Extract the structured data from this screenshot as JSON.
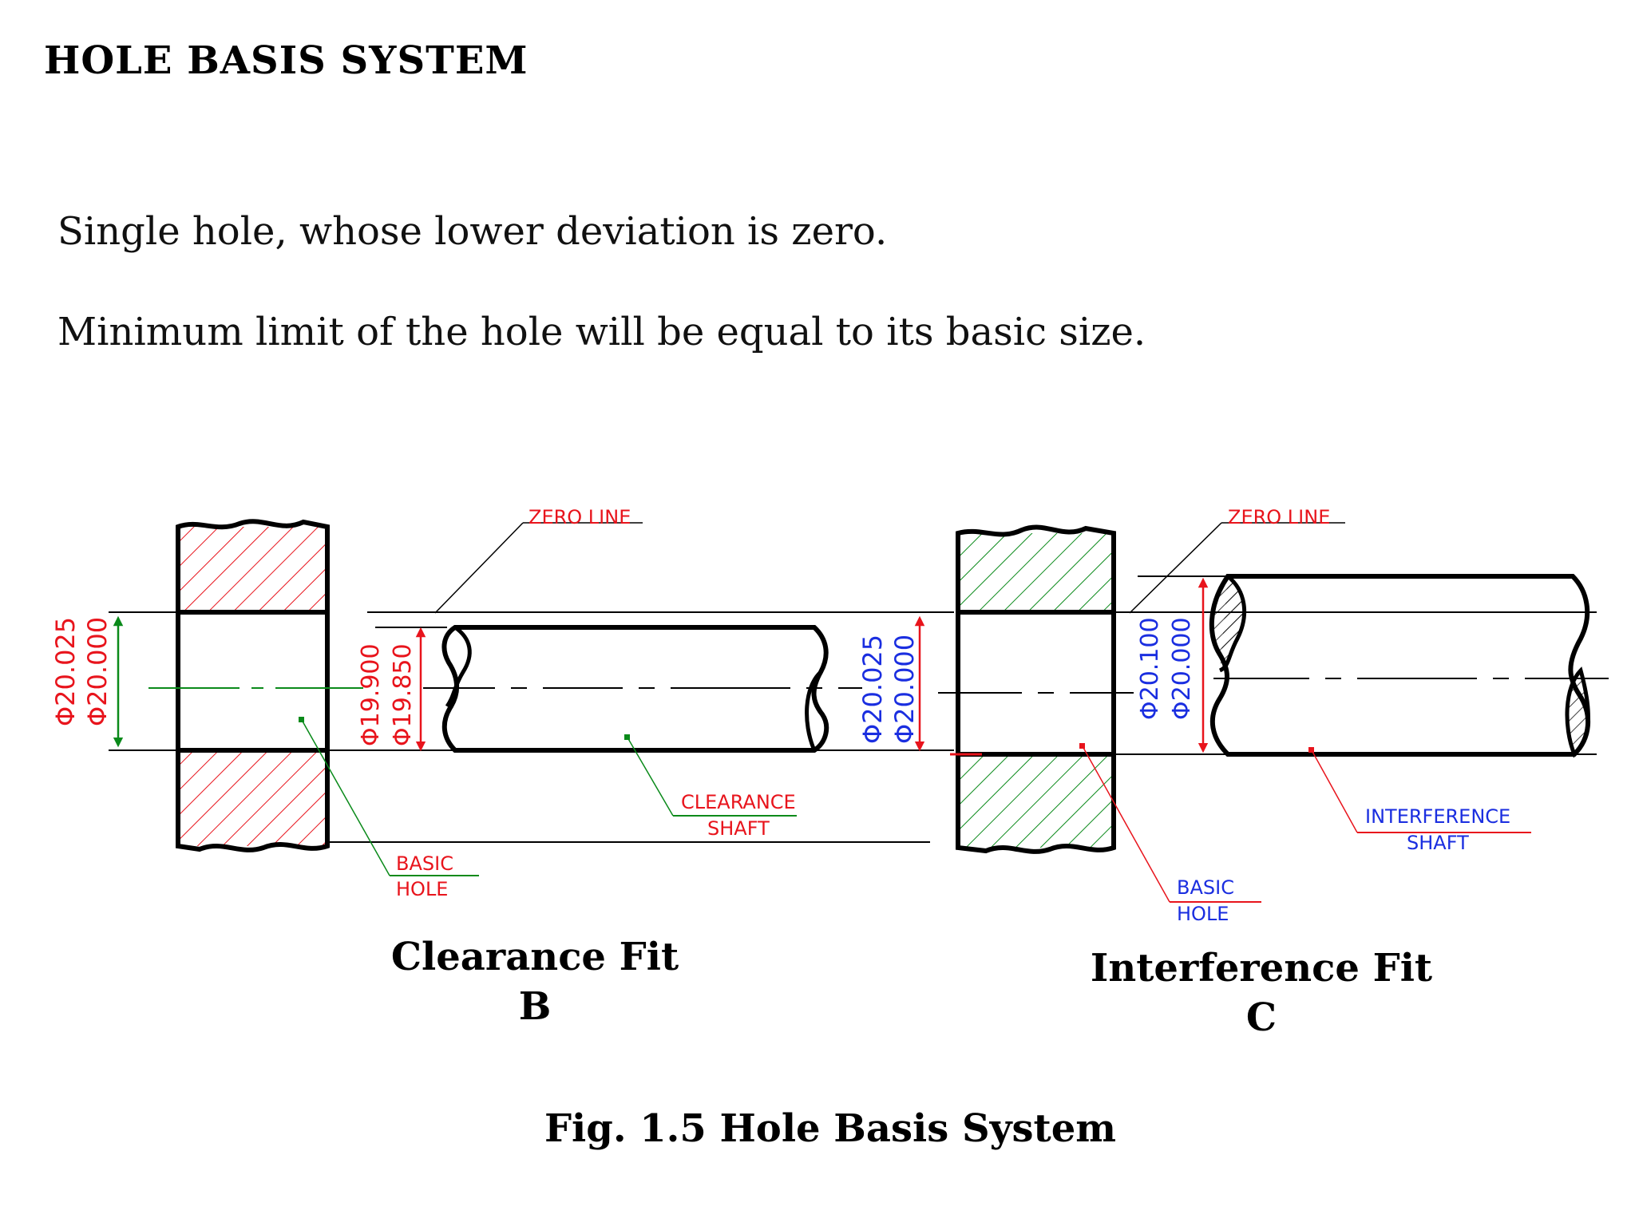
{
  "heading": "HOLE BASIS SYSTEM",
  "paragraphs": [
    "Single hole, whose lower deviation is zero.",
    "Minimum limit of the hole will be equal to its basic size."
  ],
  "diagram": {
    "left": {
      "zero_line": "ZERO LINE",
      "hole_max": "Φ20.025",
      "hole_min": "Φ20.000",
      "shaft_max": "Φ19.900",
      "shaft_min": "Φ19.850",
      "shaft_label_1": "CLEARANCE",
      "shaft_label_2": "SHAFT",
      "hole_label_1": "BASIC",
      "hole_label_2": "HOLE",
      "caption_1": "Clearance Fit",
      "caption_2": "B"
    },
    "right": {
      "zero_line": "ZERO LINE",
      "hole_max": "Φ20.025",
      "hole_min": "Φ20.000",
      "shaft_max": "Φ20.100",
      "shaft_min": "Φ20.000",
      "shaft_label_1": "INTERFERENCE",
      "shaft_label_2": "SHAFT",
      "hole_label_1": "BASIC",
      "hole_label_2": "HOLE",
      "caption_1": "Interference Fit",
      "caption_2": "C"
    }
  },
  "figure_caption": "Fig. 1.5 Hole Basis System",
  "colors": {
    "red": "#e8141c",
    "green": "#0a8a1a",
    "blue": "#1a2ee0",
    "black": "#000000"
  }
}
